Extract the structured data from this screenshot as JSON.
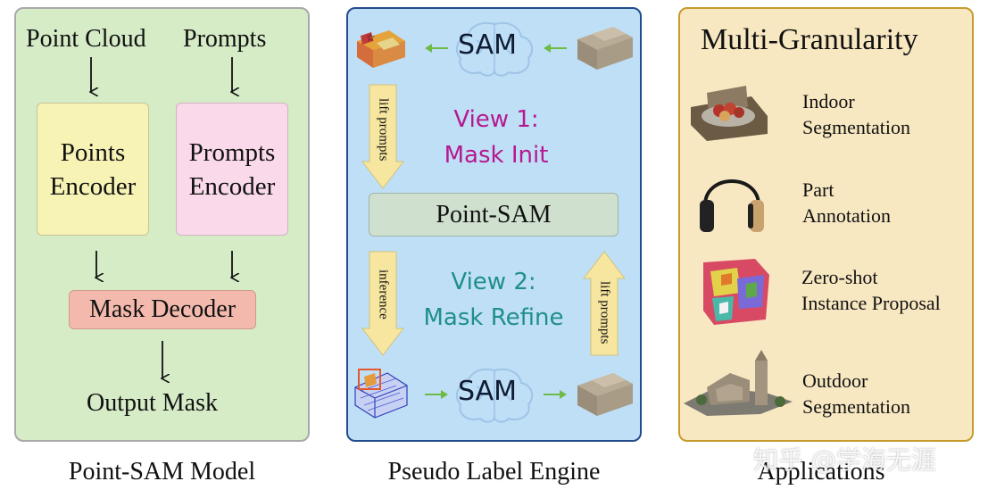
{
  "model_panel": {
    "input_point_cloud": "Point Cloud",
    "input_prompts": "Prompts",
    "points_encoder": "Points\nEncoder",
    "prompts_encoder": "Prompts\nEncoder",
    "mask_decoder": "Mask Decoder",
    "output": "Output Mask",
    "caption": "Point-SAM Model"
  },
  "engine_panel": {
    "sam_top": "SAM",
    "sam_bottom": "SAM",
    "view1_line1": "View 1:",
    "view1_line2": "Mask Init",
    "point_sam": "Point-SAM",
    "view2_line1": "View 2:",
    "view2_line2": "Mask Refine",
    "lift_prompts_left": "lift prompts",
    "inference": "inference",
    "lift_prompts_right": "lift prompts",
    "caption": "Pseudo Label Engine"
  },
  "applications_panel": {
    "title": "Multi-Granularity",
    "items": [
      {
        "line1": "Indoor",
        "line2": "Segmentation"
      },
      {
        "line1": "Part",
        "line2": "Annotation"
      },
      {
        "line1": "Zero-shot",
        "line2": "Instance Proposal"
      },
      {
        "line1": "Outdoor",
        "line2": "Segmentation"
      }
    ],
    "caption": "Applications"
  },
  "watermark": "知乎 @学海无涯",
  "colors": {
    "view1": "#b5198e",
    "view2": "#1f8f8a",
    "green_arrow": "#6dbb45",
    "yellow_arrow": "#f7e6a0"
  }
}
